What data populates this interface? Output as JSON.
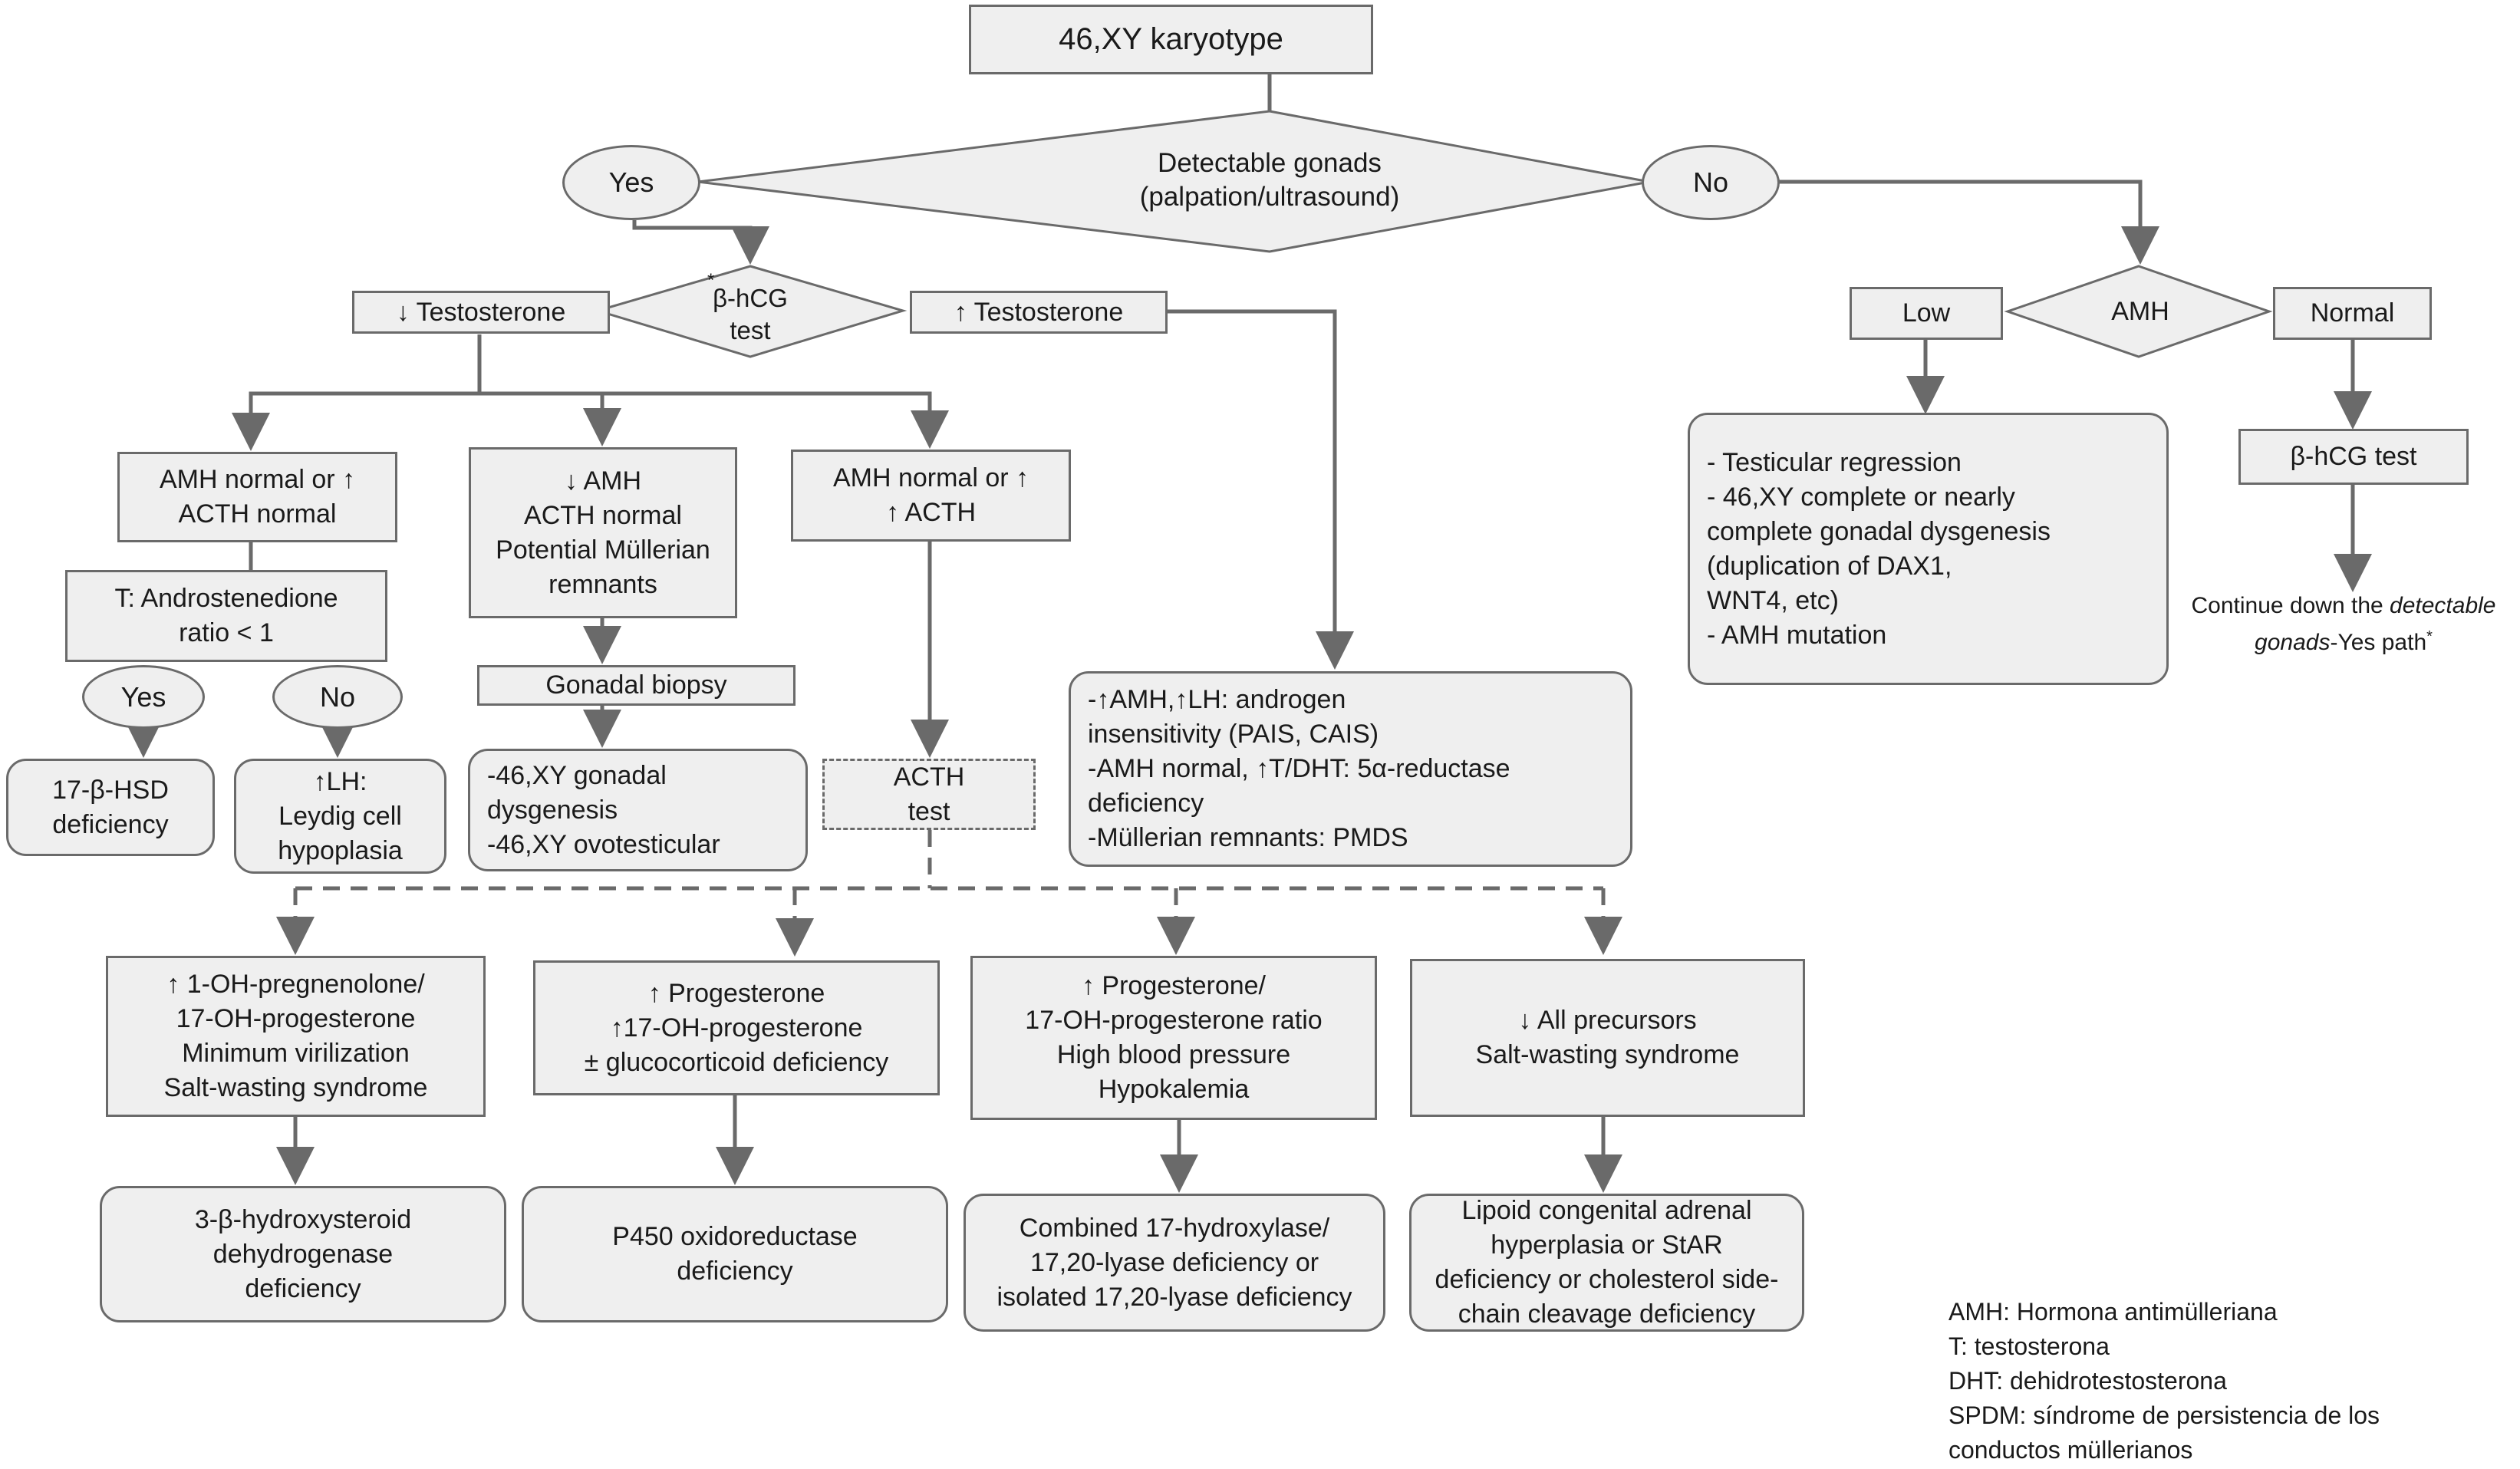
{
  "nodes": {
    "karyotype": "46,XY karyotype",
    "gonads_question": "Detectable gonads\n(palpation/ultrasound)",
    "yes": "Yes",
    "no": "No",
    "hcg_test": "β-hCG\ntest",
    "asterisk": "*",
    "low_testosterone": "↓ Testosterone",
    "high_testosterone": "↑ Testosterone",
    "amh": "AMH",
    "amh_low": "Low",
    "amh_normal": "Normal",
    "amh_low_result": "- Testicular regression\n- 46,XY complete or nearly\ncomplete gonadal dysgenesis\n(duplication of DAX1,\nWNT4, etc)\n- AMH mutation",
    "hcg_test_2": "β-hCG test",
    "continue_a": "Continue down the ",
    "continue_b": "detectable",
    "continue_c": "gonads",
    "continue_d": "-Yes path",
    "amh_normal_acth_normal": "AMH normal or ↑\nACTH normal",
    "low_amh_box": "↓ AMH\nACTH normal\nPotential Müllerian\nremnants",
    "amh_normal_high_acth": "AMH normal or ↑\n↑ ACTH",
    "ratio_question": "T: Androstenedione\nratio < 1",
    "ratio_yes": "Yes",
    "ratio_no": "No",
    "hsd17": "17-β-HSD\ndeficiency",
    "leydig": "↑LH:\nLeydig cell\nhypoplasia",
    "gonadal_biopsy": "Gonadal biopsy",
    "biopsy_result": "-46,XY gonadal\ndysgenesis\n-46,XY ovotesticular",
    "acth_test": "ACTH\ntest",
    "high_testo_result": "-↑AMH,↑LH: androgen\ninsensitivity (PAIS, CAIS)\n-AMH normal, ↑T/DHT: 5α-reductase\ndeficiency\n-Müllerian remnants: PMDS",
    "acth1": "↑ 1-OH-pregnenolone/\n17-OH-progesterone\nMinimum virilization\nSalt-wasting syndrome",
    "acth2": "↑ Progesterone\n↑17-OH-progesterone\n± glucocorticoid deficiency",
    "acth3": "↑ Progesterone/\n17-OH-progesterone ratio\nHigh blood pressure\nHypokalemia",
    "acth4": "↓ All precursors\nSalt-wasting syndrome",
    "dx1": "3-β-hydroxysteroid\ndehydrogenase\ndeficiency",
    "dx2": "P450 oxidoreductase\ndeficiency",
    "dx3": "Combined 17-hydroxylase/\n17,20-lyase deficiency or\nisolated 17,20-lyase deficiency",
    "dx4": "Lipoid congenital adrenal\nhyperplasia or StAR\ndeficiency or cholesterol side-\nchain cleavage deficiency"
  },
  "legend": "AMH: Hormona antimülleriana\nT: testosterona\nDHT: dehidrotestosterona\nSPDM: síndrome de persistencia de los\nconductos müllerianos",
  "colors": {
    "fill": "#efefef",
    "stroke": "#6a6a6a",
    "text": "#1a1a1a"
  }
}
